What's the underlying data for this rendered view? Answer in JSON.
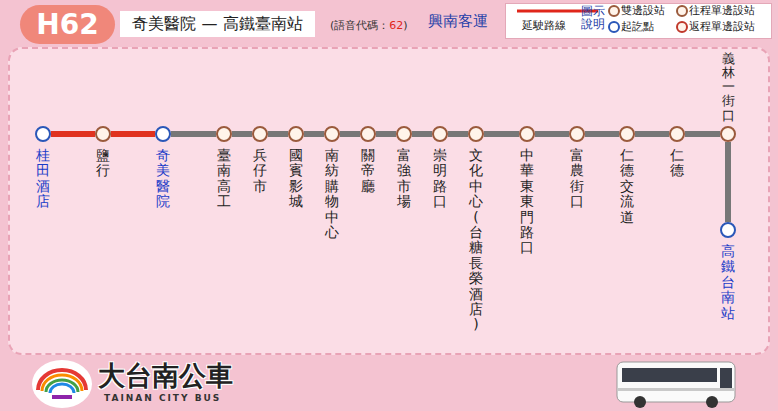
{
  "diagram": {
    "title": "奇美醫院 — 高鐵臺南站",
    "nodes": [
      {
        "text": [
          "桂田酒店"
        ]
      },
      {
        "text": [
          "鹽行"
        ]
      },
      {
        "text": [
          "奇美醫院"
        ]
      },
      {
        "text": [
          "臺南高工"
        ]
      },
      {
        "text": [
          "兵仔市"
        ]
      },
      {
        "text": [
          "國賓影城"
        ]
      },
      {
        "text": [
          "南紡購物中心"
        ]
      },
      {
        "text": [
          "關帝廳"
        ]
      },
      {
        "text": [
          "富強市場"
        ]
      },
      {
        "text": [
          "崇明路口"
        ]
      },
      {
        "text": [
          "文化中心(台糖長榮酒店)"
        ]
      },
      {
        "text": [
          "中華東東門路口"
        ]
      },
      {
        "text": [
          "富農街口"
        ]
      },
      {
        "text": [
          "仁德交流道"
        ]
      },
      {
        "text": [
          "仁德"
        ]
      },
      {
        "text": [
          "義林一街口"
        ]
      },
      {
        "text": [
          "高鐵台南站"
        ]
      }
    ],
    "edges": [
      {
        "from": 0,
        "to": 1,
        "arrow": "none"
      },
      {
        "from": 1,
        "to": 2,
        "arrow": "none"
      },
      {
        "from": 2,
        "to": 3,
        "arrow": "none"
      },
      {
        "from": 3,
        "to": 4,
        "arrow": "none"
      },
      {
        "from": 4,
        "to": 5,
        "arrow": "none"
      },
      {
        "from": 5,
        "to": 6,
        "arrow": "none"
      },
      {
        "from": 6,
        "to": 7,
        "arrow": "none"
      },
      {
        "from": 7,
        "to": 8,
        "arrow": "none"
      },
      {
        "from": 8,
        "to": 9,
        "arrow": "none"
      },
      {
        "from": 9,
        "to": 10,
        "arrow": "none"
      },
      {
        "from": 10,
        "to": 11,
        "arrow": "none"
      },
      {
        "from": 11,
        "to": 12,
        "arrow": "none"
      },
      {
        "from": 12,
        "to": 13,
        "arrow": "none"
      },
      {
        "from": 13,
        "to": 14,
        "arrow": "none"
      },
      {
        "from": 14,
        "to": 15,
        "arrow": "none"
      },
      {
        "from": 15,
        "to": 16,
        "arrow": "none"
      }
    ],
    "labels": [
      "H62",
      "(語音代碼：",
      "62",
      ")",
      "興南客運",
      "圖示說明",
      "大台南公車",
      "TAINAN CITY BUS"
    ],
    "legend": [
      {
        "text": "延駛路線"
      },
      {
        "text": "雙邊設站"
      },
      {
        "text": "起訖點"
      },
      {
        "text": "往程單邊設站"
      },
      {
        "text": "返程單邊設站"
      }
    ]
  }
}
